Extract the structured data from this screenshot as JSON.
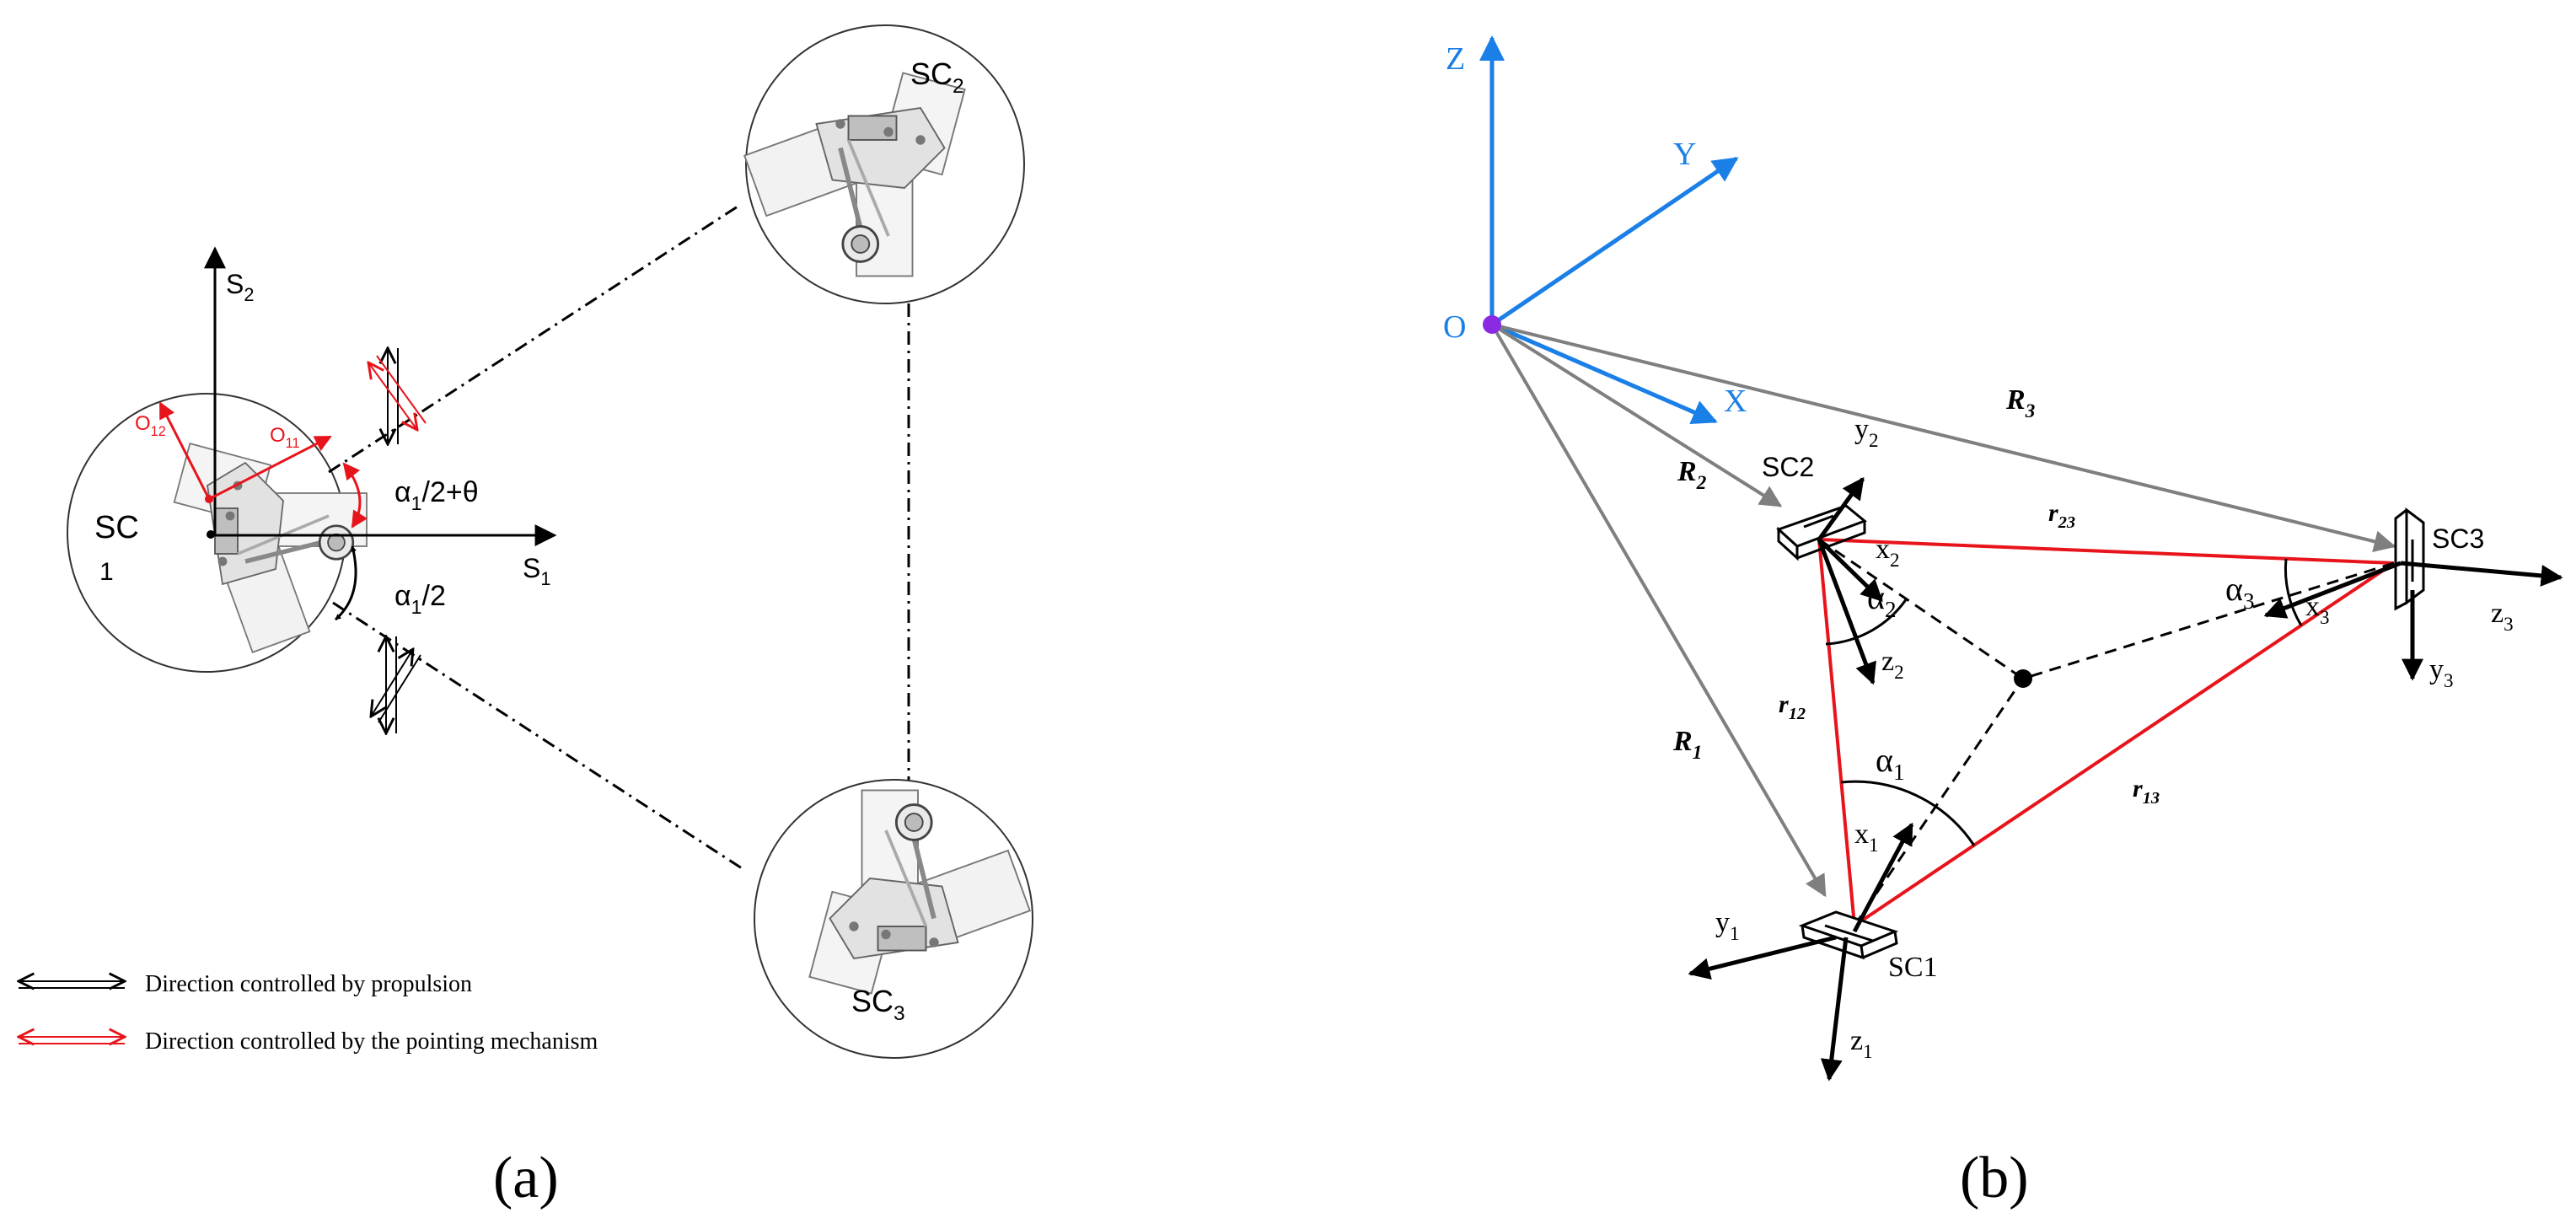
{
  "panel_a": {
    "caption": "(a)",
    "axes": {
      "s1": "S",
      "s1_sub": "1",
      "s2": "S",
      "s2_sub": "2"
    },
    "spacecraft": [
      {
        "label": "SC",
        "sub": "1"
      },
      {
        "label": "SC",
        "sub": "2"
      },
      {
        "label": "SC",
        "sub": "3"
      }
    ],
    "origin_labels": [
      {
        "label": "O",
        "sub": "12"
      },
      {
        "label": "O",
        "sub": "11"
      }
    ],
    "angles": [
      {
        "pre": "α",
        "sub": "1",
        "post": "/2+θ"
      },
      {
        "pre": "α",
        "sub": "1",
        "post": "/2"
      }
    ],
    "legend": [
      {
        "text": "Direction controlled by propulsion",
        "color": "#000000"
      },
      {
        "text": "Direction controlled by the pointing mechanism",
        "color": "#e8141b"
      }
    ]
  },
  "panel_b": {
    "caption": "(b)",
    "inertial_axes": {
      "origin": "O",
      "x": "X",
      "y": "Y",
      "z": "Z",
      "color": "#1a7fe6"
    },
    "origin_dot_color": "#8a2be2",
    "spacecraft": [
      "SC1",
      "SC2",
      "SC3"
    ],
    "position_vectors": [
      "R",
      "R",
      "R"
    ],
    "position_subs": [
      "1",
      "2",
      "3"
    ],
    "baselines": [
      {
        "label": "r",
        "sub": "12"
      },
      {
        "label": "r",
        "sub": "13"
      },
      {
        "label": "r",
        "sub": "23"
      }
    ],
    "angles": [
      {
        "label": "α",
        "sub": "1"
      },
      {
        "label": "α",
        "sub": "2"
      },
      {
        "label": "α",
        "sub": "3"
      }
    ],
    "body_axes": {
      "sc1": [
        {
          "l": "x",
          "s": "1"
        },
        {
          "l": "y",
          "s": "1"
        },
        {
          "l": "z",
          "s": "1"
        }
      ],
      "sc2": [
        {
          "l": "x",
          "s": "2"
        },
        {
          "l": "y",
          "s": "2"
        },
        {
          "l": "z",
          "s": "2"
        }
      ],
      "sc3": [
        {
          "l": "x",
          "s": "3"
        },
        {
          "l": "y",
          "s": "3"
        },
        {
          "l": "z",
          "s": "3"
        }
      ]
    },
    "colors": {
      "baseline": "#e8141b",
      "position": "#7f7f7f",
      "body": "#000000"
    }
  }
}
